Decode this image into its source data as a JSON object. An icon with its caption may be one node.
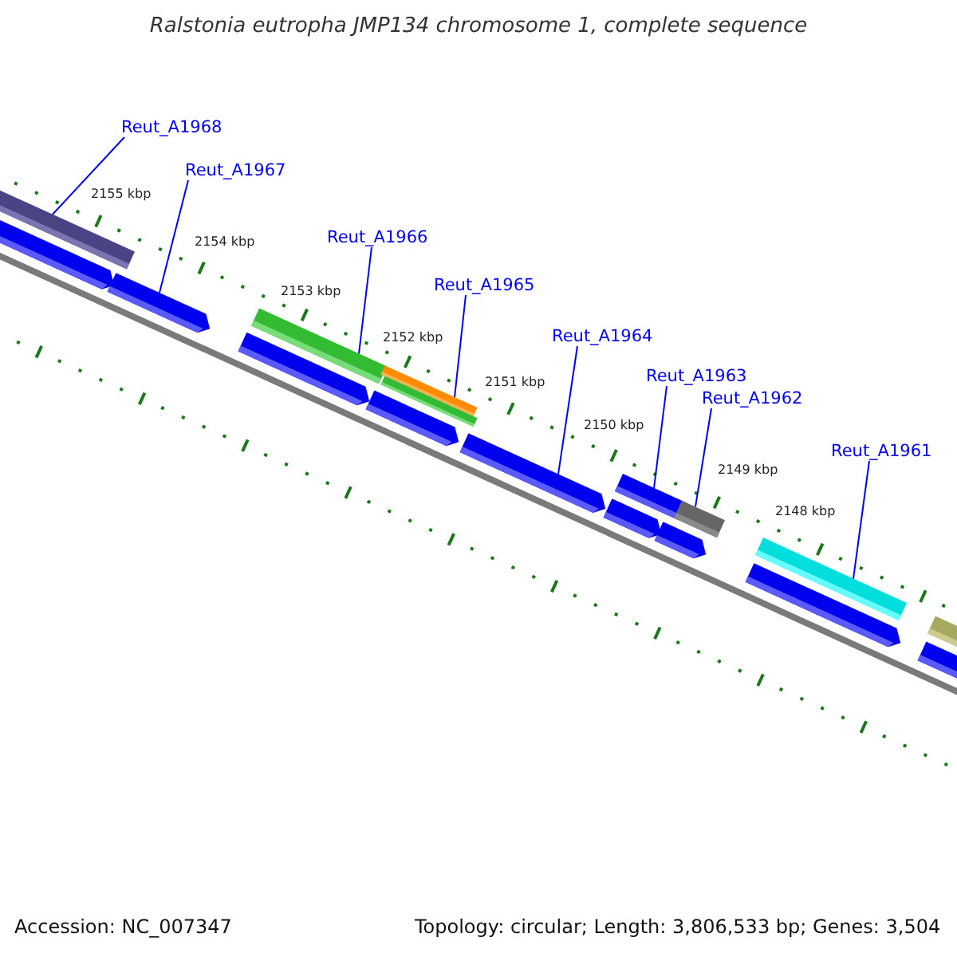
{
  "diagram": {
    "title": "Ralstonia eutropha JMP134 chromosome 1, complete sequence",
    "nodes": [
      {
        "text": [
          "Reut_A1968"
        ]
      },
      {
        "text": [
          "Reut_A1967"
        ]
      },
      {
        "text": [
          "Reut_A1966"
        ]
      },
      {
        "text": [
          "Reut_A1965"
        ]
      },
      {
        "text": [
          "Reut_A1964"
        ]
      },
      {
        "text": [
          "Reut_A1963"
        ]
      },
      {
        "text": [
          "Reut_A1962"
        ]
      },
      {
        "text": [
          "Reut_A1961"
        ]
      },
      {
        "text": [],
        "shape": "bar"
      },
      {
        "text": [],
        "shape": "arrow"
      },
      {
        "text": [],
        "shape": "arrow"
      },
      {
        "text": [],
        "shape": "arrow"
      },
      {
        "text": [],
        "shape": "bar"
      },
      {
        "text": [],
        "shape": "arrow"
      },
      {
        "text": [],
        "shape": "bar"
      },
      {
        "text": [],
        "shape": "bar"
      },
      {
        "text": [],
        "shape": "arrow"
      },
      {
        "text": [],
        "shape": "arrow"
      },
      {
        "text": [],
        "shape": "bar"
      },
      {
        "text": [],
        "shape": "arrow"
      },
      {
        "text": [],
        "shape": "bar"
      },
      {
        "text": [],
        "shape": "arrow"
      },
      {
        "text": [],
        "shape": "bar"
      },
      {
        "text": [],
        "shape": "arrow"
      },
      {
        "text": [],
        "shape": "bar"
      }
    ],
    "edges": [
      {
        "from": 0,
        "to": 8,
        "arrow": "none"
      },
      {
        "from": 1,
        "to": 10,
        "arrow": "none"
      },
      {
        "from": 2,
        "to": 12,
        "arrow": "none"
      },
      {
        "from": 3,
        "to": 14,
        "arrow": "none"
      },
      {
        "from": 4,
        "to": 16,
        "arrow": "none"
      },
      {
        "from": 5,
        "to": 18,
        "arrow": "none"
      },
      {
        "from": 6,
        "to": 20,
        "arrow": "none"
      },
      {
        "from": 7,
        "to": 22,
        "arrow": "none"
      }
    ],
    "labels": [
      "2155 kbp",
      "2154 kbp",
      "2153 kbp",
      "2152 kbp",
      "2151 kbp",
      "2150 kbp",
      "2149 kbp",
      "2148 kbp",
      "Accession: NC_007347",
      "Topology: circular; Length: 3,806,533 bp; Genes: 3,504"
    ]
  }
}
